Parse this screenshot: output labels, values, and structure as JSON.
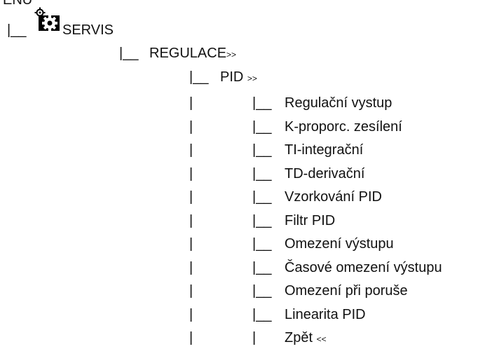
{
  "tree": {
    "root_fragment": "ENU",
    "servis": {
      "prefix": "|__",
      "label": "SERVIS",
      "icon": "gear-icon"
    },
    "regulace": {
      "prefix": "|__",
      "label": "REGULACE",
      "suffix": ">>"
    },
    "pid": {
      "prefix": "|__",
      "label": "PID",
      "suffix": ">>"
    },
    "vertical_bar": "|",
    "branch": "|__",
    "items": [
      "Regulační vystup",
      "K-proporc. zesílení",
      "TI-integrační",
      "TD-derivační",
      "Vzorkování PID",
      "Filtr PID",
      "Omezení výstupu",
      "Časové omezení výstupu",
      "Omezení při poruše",
      "Linearita PID"
    ],
    "back": {
      "label": "Zpět",
      "suffix": "<<"
    }
  }
}
